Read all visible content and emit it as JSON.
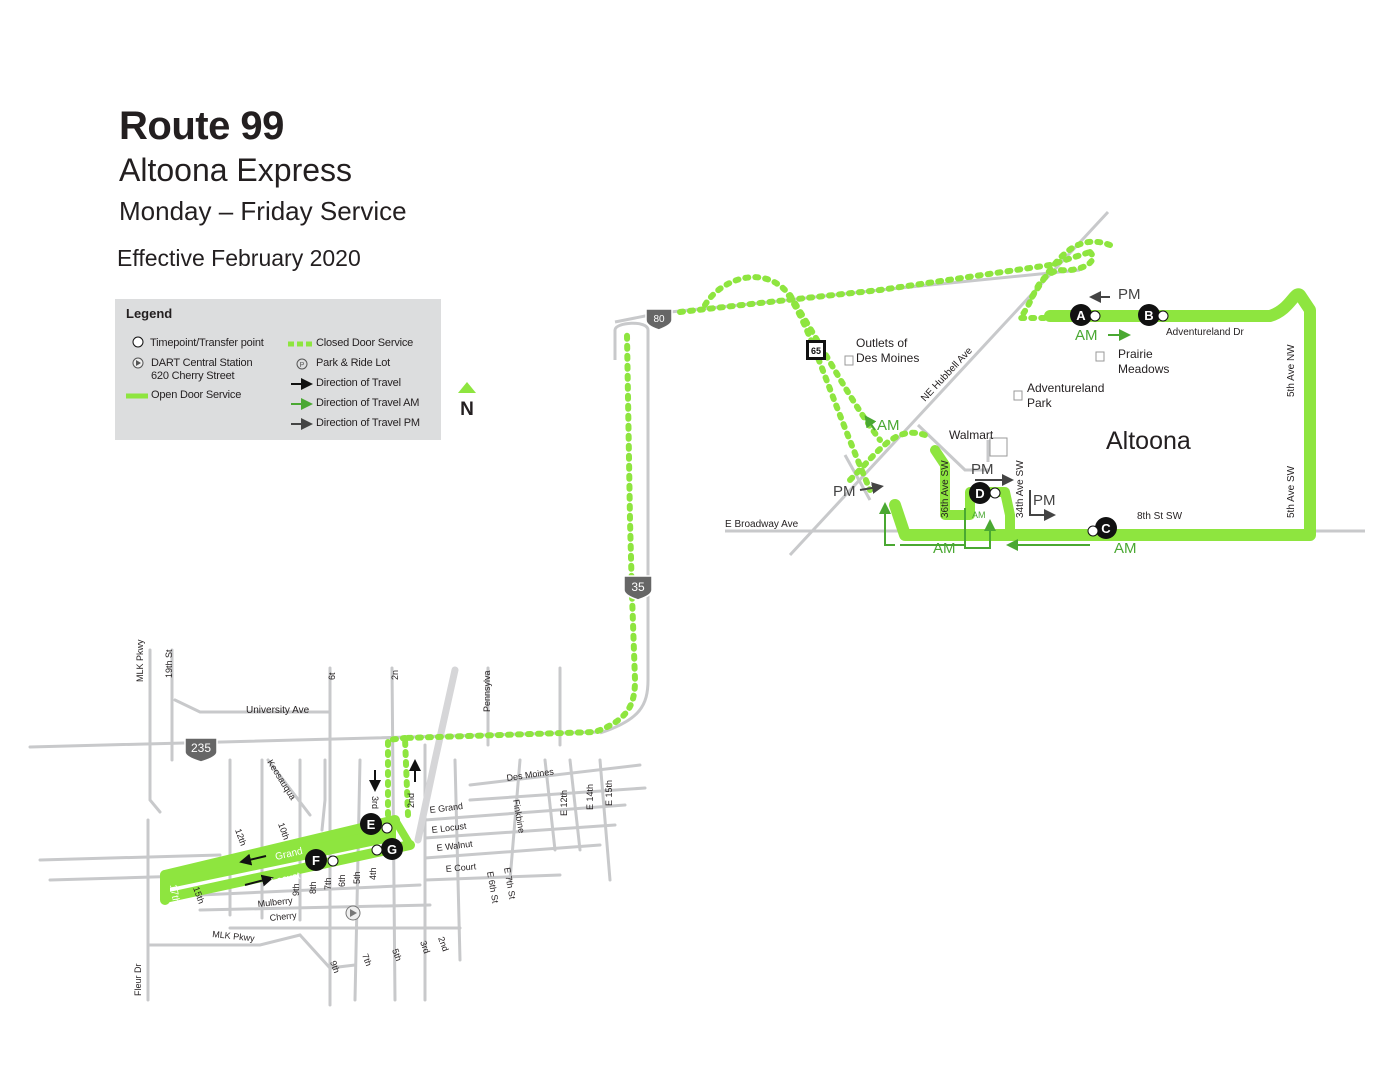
{
  "header": {
    "route": "Route 99",
    "name": "Altoona Express",
    "service": "Monday – Friday Service",
    "effective": "Effective February 2020"
  },
  "legend": {
    "title": "Legend",
    "timepoint": "Timepoint/Transfer point",
    "station_name": "DART Central Station",
    "station_address": "620 Cherry Street",
    "open_door": "Open Door Service",
    "closed_door": "Closed Door Service",
    "park_ride": "Park & Ride Lot",
    "direction": "Direction of Travel",
    "direction_am": "Direction of Travel AM",
    "direction_pm": "Direction of Travel PM",
    "north": "N"
  },
  "colors": {
    "route_green": "#8ee53f",
    "arrow_am": "#4aa832",
    "arrow_pm": "#444444",
    "street_gray": "#c8c9cb",
    "legend_bg": "#dcddde"
  },
  "highways": {
    "i80": "80",
    "i35": "35",
    "i235": "235",
    "us65": "65"
  },
  "timepoints": {
    "a": "A",
    "b": "B",
    "c": "C",
    "d": "D",
    "e": "E",
    "f": "F",
    "g": "G"
  },
  "labels": {
    "city": "Altoona",
    "outlets": "Outlets of",
    "outlets2": "Des Moines",
    "prairie": "Prairie",
    "prairie2": "Meadows",
    "adventureland_park": "Adventureland",
    "adventureland_park2": "Park",
    "walmart": "Walmart",
    "pm": "PM",
    "am": "AM"
  },
  "streets": {
    "adventureland_dr": "Adventureland Dr",
    "fifth_nw": "5th Ave NW",
    "fifth_sw": "5th Ave SW",
    "eighth_sw": "8th St SW",
    "e_broadway": "E Broadway Ave",
    "ne_hubbell": "NE Hubbell Ave",
    "thirtysixth_sw": "36th Ave SW",
    "thirtyfourth_sw": "34th Ave SW",
    "university": "University Ave",
    "keosauqua": "Keosauqua",
    "mlk_top": "MLK Pkwy",
    "nineteenth": "19th St",
    "sixth_cut": "6t",
    "second_cut": "2n",
    "pennsylvania": "Pennsylva",
    "third": "3rd",
    "second": "2nd",
    "des_moines": "Des Moines",
    "e_grand": "E Grand",
    "e_locust": "E Locust",
    "e_walnut": "E Walnut",
    "e_court": "E Court",
    "finkbine": "Finkbine",
    "e_12th": "E 12th",
    "e_14th": "E 14th",
    "e_15th": "E 15th",
    "e_6th": "E 6th St",
    "e_7th": "E 7th St",
    "twelfth": "12th",
    "tenth": "10th",
    "grand": "Grand",
    "locust": "Locust",
    "seventeenth": "17th",
    "fifteenth": "15th",
    "ninth": "9th",
    "eighth": "8th",
    "seventh": "7th",
    "sixth": "6th",
    "fifth": "5th",
    "fourth": "4th",
    "mulberry": "Mulberry",
    "cherry": "Cherry",
    "mlk_bottom": "MLK Pkwy",
    "fleur": "Fleur Dr",
    "ninth_b": "9th",
    "seventh_b": "7th",
    "fifth_b": "5th",
    "third_b": "3rd",
    "second_b": "2nd"
  }
}
